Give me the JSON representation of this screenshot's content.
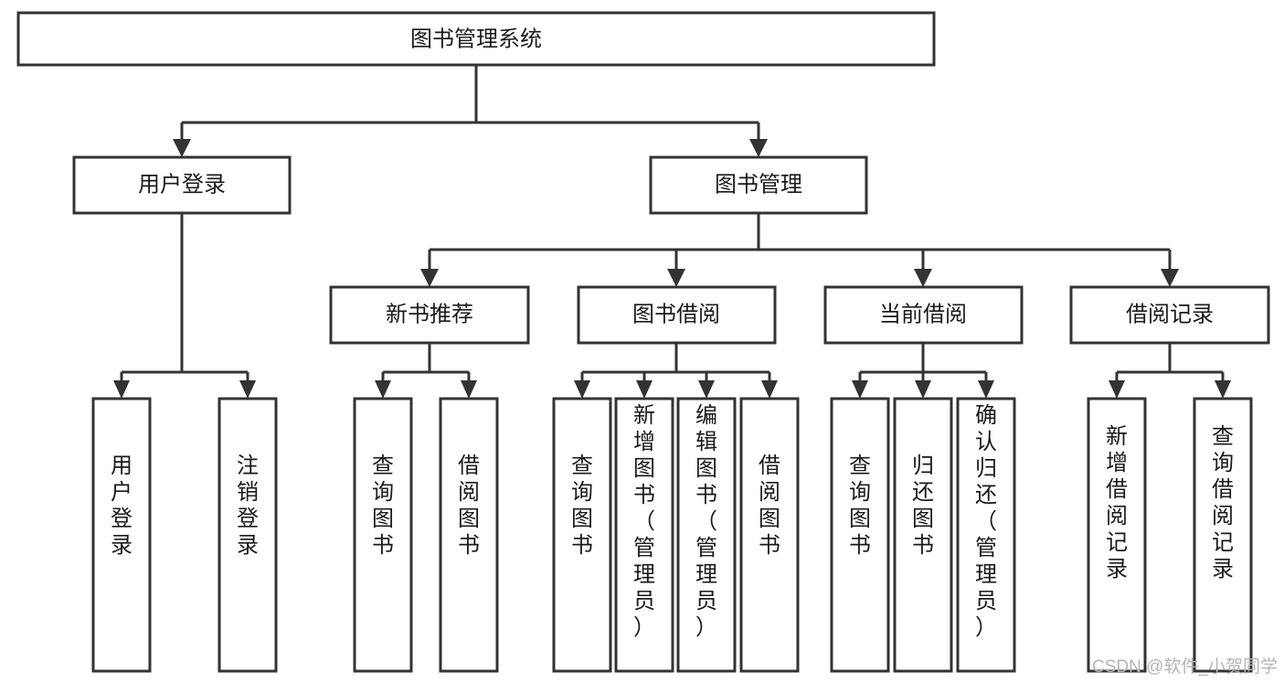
{
  "diagram": {
    "title": "图书管理系统",
    "type": "tree-hierarchy",
    "root": {
      "label": "图书管理系统"
    },
    "level2": [
      {
        "label": "用户登录"
      },
      {
        "label": "图书管理"
      }
    ],
    "level3": [
      {
        "label": "新书推荐"
      },
      {
        "label": "图书借阅"
      },
      {
        "label": "当前借阅"
      },
      {
        "label": "借阅记录"
      }
    ],
    "leaves": {
      "user_login": [
        {
          "label": "用户登录"
        },
        {
          "label": "注销登录"
        }
      ],
      "new_book_recommend": [
        {
          "label": "查询图书"
        },
        {
          "label": "借阅图书"
        }
      ],
      "book_borrow": [
        {
          "label": "查询图书"
        },
        {
          "label": "新增图书（管理员）"
        },
        {
          "label": "编辑图书（管理员）"
        },
        {
          "label": "借阅图书"
        }
      ],
      "current_borrow": [
        {
          "label": "查询图书"
        },
        {
          "label": "归还图书"
        },
        {
          "label": "确认归还（管理员）"
        }
      ],
      "borrow_records": [
        {
          "label": "新增借阅记录"
        },
        {
          "label": "查询借阅记录"
        }
      ]
    }
  },
  "watermark": {
    "text": "CSDN @软件_小贺同学"
  },
  "colors": {
    "stroke": "#333333",
    "fill": "#ffffff",
    "text": "#1a1a1a",
    "watermark": "#b4b4b4",
    "background": "#ffffff"
  }
}
